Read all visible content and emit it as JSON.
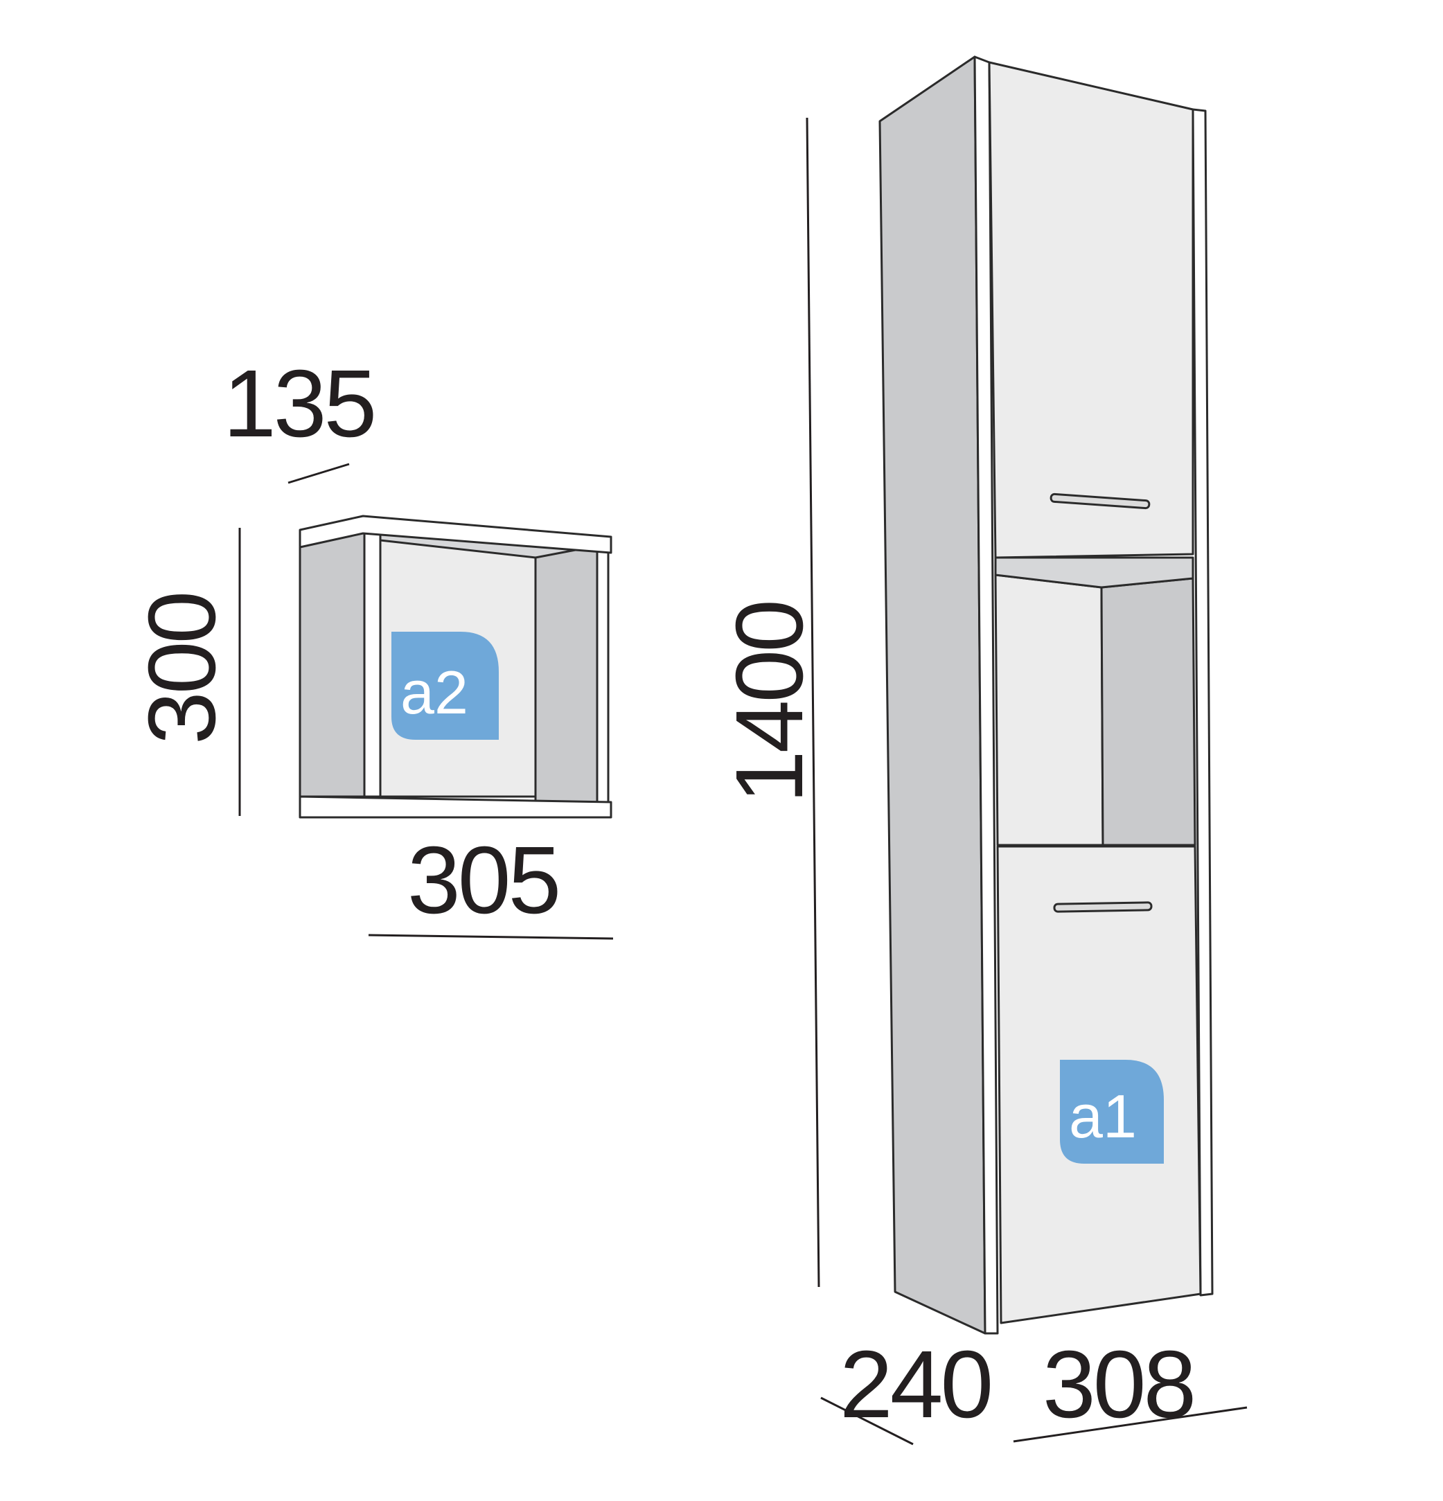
{
  "small_unit": {
    "depth_label": "135",
    "height_label": "300",
    "width_label": "305",
    "badge": "a2"
  },
  "tall_unit": {
    "height_label": "1400",
    "depth_label": "240",
    "width_label": "308",
    "badge": "a1"
  },
  "colors": {
    "badge_fill": "#6fa8d9",
    "side_panel": "#c9cacc",
    "front_panel": "#ececec",
    "outline": "#2b2b2b"
  }
}
